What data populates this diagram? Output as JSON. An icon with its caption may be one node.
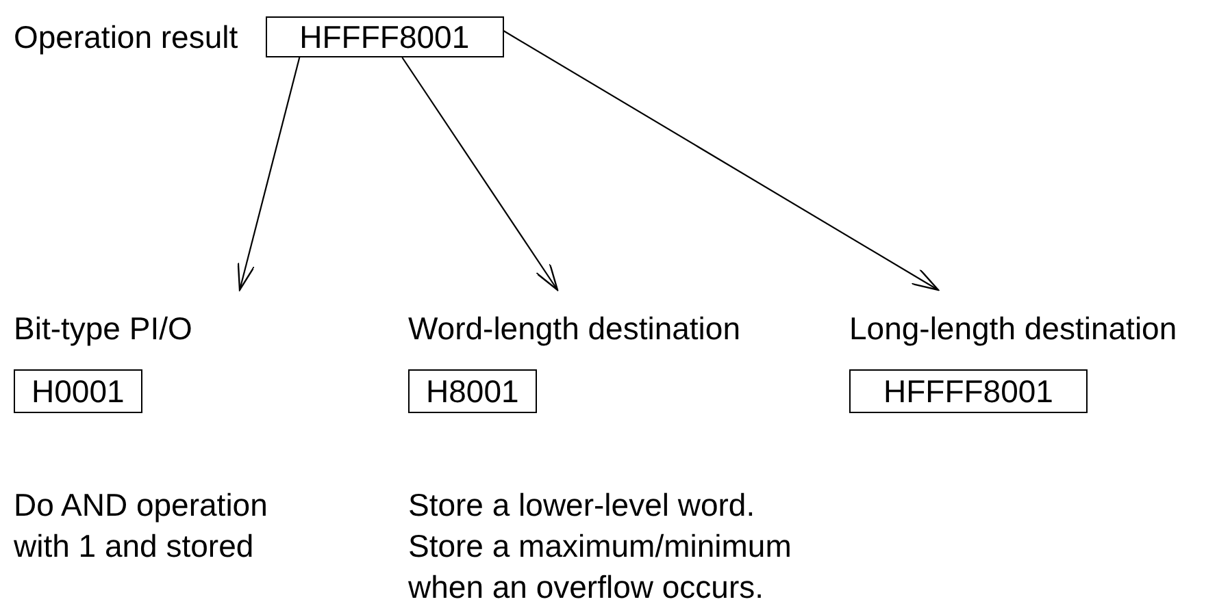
{
  "diagram": {
    "nodes": [
      {
        "text": [
          "Operation result",
          "HFFFF8001"
        ]
      },
      {
        "text": [
          "Bit-type PI/O",
          "H0001"
        ],
        "beside": [
          "Do AND operation with 1 and stored"
        ]
      },
      {
        "text": [
          "Word-length destination",
          "H8001"
        ],
        "beside": [
          "Store a lower-level word.",
          "Store a maximum/minimum when an overflow occurs."
        ]
      },
      {
        "text": [
          "Long-length destination",
          "HFFFF8001"
        ]
      }
    ],
    "edges": [
      {
        "from": 0,
        "to": 1,
        "arrow": "to"
      },
      {
        "from": 0,
        "to": 2,
        "arrow": "to"
      },
      {
        "from": 0,
        "to": 3,
        "arrow": "to"
      }
    ]
  }
}
